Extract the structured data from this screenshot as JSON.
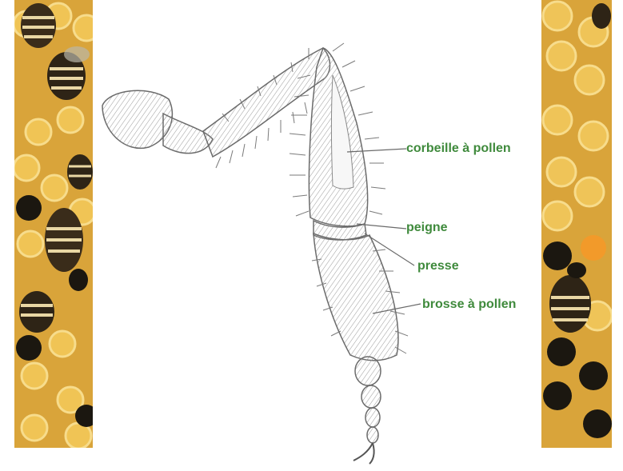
{
  "diagram": {
    "labels": {
      "pollen_basket": "corbeille à pollen",
      "comb": "peigne",
      "press": "presse",
      "pollen_brush": "brosse à pollen"
    }
  },
  "colors": {
    "label_green": "#3f8a3c",
    "honey": "#d9a43a",
    "comb_wall": "#f3cf73",
    "sketch": "#6b6b6b"
  }
}
